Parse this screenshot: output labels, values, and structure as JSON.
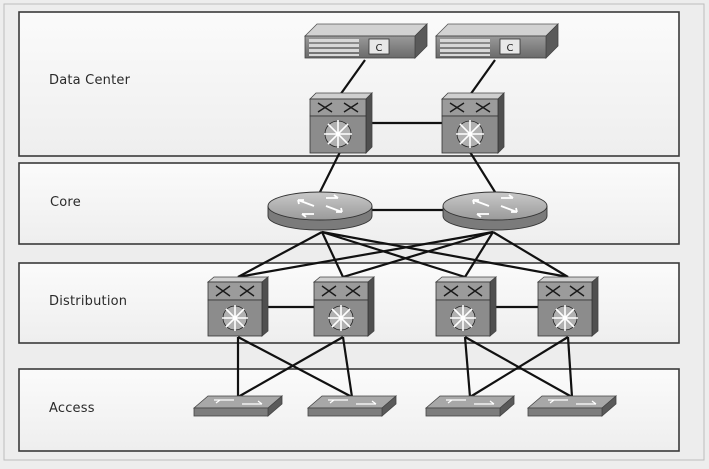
{
  "diagram": {
    "layers": [
      {
        "id": "data-center",
        "label": "Data Center"
      },
      {
        "id": "core",
        "label": "Core"
      },
      {
        "id": "distribution",
        "label": "Distribution"
      },
      {
        "id": "access",
        "label": "Access"
      }
    ],
    "devices": {
      "servers": [
        "server-1",
        "server-2"
      ],
      "data_center_switches": [
        "dc-switch-1",
        "dc-switch-2"
      ],
      "core_routers": [
        "core-router-1",
        "core-router-2"
      ],
      "distribution_switches": [
        "dist-switch-1",
        "dist-switch-2",
        "dist-switch-3",
        "dist-switch-4"
      ],
      "access_switches": [
        "access-switch-1",
        "access-switch-2",
        "access-switch-3",
        "access-switch-4"
      ]
    },
    "links": [
      [
        "server-1",
        "dc-switch-1"
      ],
      [
        "server-2",
        "dc-switch-2"
      ],
      [
        "dc-switch-1",
        "dc-switch-2"
      ],
      [
        "dc-switch-1",
        "core-router-1"
      ],
      [
        "dc-switch-2",
        "core-router-2"
      ],
      [
        "core-router-1",
        "core-router-2"
      ],
      [
        "core-router-1",
        "dist-switch-1"
      ],
      [
        "core-router-1",
        "dist-switch-2"
      ],
      [
        "core-router-1",
        "dist-switch-3"
      ],
      [
        "core-router-1",
        "dist-switch-4"
      ],
      [
        "core-router-2",
        "dist-switch-1"
      ],
      [
        "core-router-2",
        "dist-switch-2"
      ],
      [
        "core-router-2",
        "dist-switch-3"
      ],
      [
        "core-router-2",
        "dist-switch-4"
      ],
      [
        "dist-switch-1",
        "dist-switch-2"
      ],
      [
        "dist-switch-3",
        "dist-switch-4"
      ],
      [
        "dist-switch-1",
        "access-switch-1"
      ],
      [
        "dist-switch-1",
        "access-switch-2"
      ],
      [
        "dist-switch-2",
        "access-switch-1"
      ],
      [
        "dist-switch-2",
        "access-switch-2"
      ],
      [
        "dist-switch-3",
        "access-switch-3"
      ],
      [
        "dist-switch-3",
        "access-switch-4"
      ],
      [
        "dist-switch-4",
        "access-switch-3"
      ],
      [
        "dist-switch-4",
        "access-switch-4"
      ]
    ]
  }
}
